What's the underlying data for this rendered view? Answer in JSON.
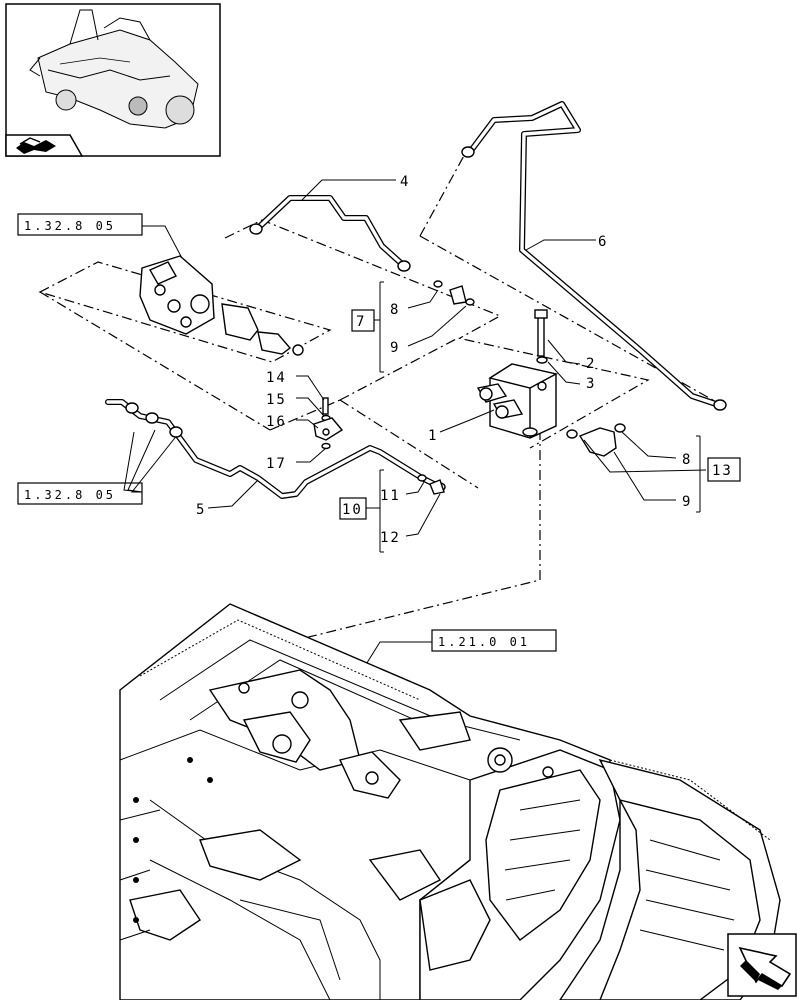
{
  "callouts": {
    "c1": "1",
    "c2": "2",
    "c3": "3",
    "c4": "4",
    "c5": "5",
    "c6": "6",
    "c7": "7",
    "c8a": "8",
    "c9a": "9",
    "c8b": "8",
    "c9b": "9",
    "c10": "10",
    "c11": "11",
    "c12": "12",
    "c13": "13",
    "c14": "14",
    "c15": "15",
    "c16": "16",
    "c17": "17"
  },
  "references": {
    "ref_valve_top": "1.32.8 05",
    "ref_valve_left": "1.32.8 05",
    "ref_housing": "1.21.0 01"
  },
  "icons": {
    "thumbnail": "tractor-assembly-thumbnail",
    "thumbnail_badge": "part-view-badge-icon",
    "nav": "next-page-arrow-icon"
  }
}
